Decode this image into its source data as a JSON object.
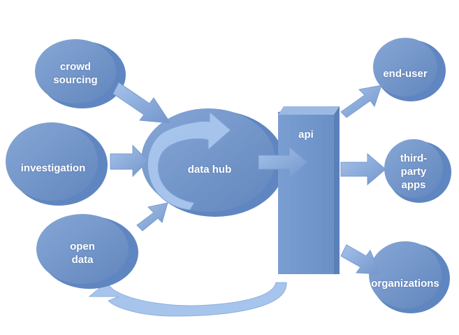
{
  "nodes": {
    "crowd_sourcing": "crowd\nsourcing",
    "investigation": "investigation",
    "open_data": "open\ndata",
    "data_hub": "data hub",
    "api": "api",
    "end_user": "end-user",
    "third_party_apps": "third-\nparty\napps",
    "organizations": "organizations"
  },
  "colors": {
    "node_fill": "#6e94c7",
    "node_side": "#7fa3d2",
    "arrow": "#8fb0dc",
    "arrow_dark": "#6d8fc0",
    "curved_arrow": "#a9c6ee"
  }
}
